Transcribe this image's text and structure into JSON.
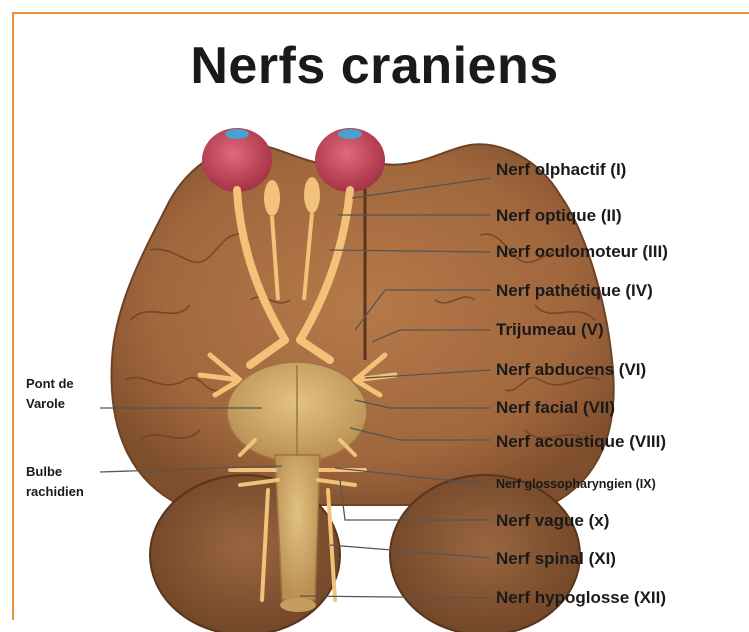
{
  "title": "Nerfs craniens",
  "right_labels": [
    "Nerf olphactif (I)",
    "Nerf optique (II)",
    "Nerf oculomoteur (III)",
    "Nerf pathétique (IV)",
    "Trijumeau (V)",
    "Nerf abducens (VI)",
    "Nerf facial (VII)",
    "Nerf acoustique (VIII)",
    "Nerf glossopharyngien (IX)",
    "Nerf vague (x)",
    "Nerf spinal (XI)",
    "Nerf hypoglosse (XII)"
  ],
  "left_labels": {
    "pons_line1": "Pont de",
    "pons_line2": "Varole",
    "bulb_line1": "Bulbe",
    "bulb_line2": "rachidien"
  },
  "colors": {
    "frame": "#e8913a",
    "brain": "#a0673d",
    "nerve": "#f2c27a",
    "eye": "#c9465a"
  }
}
